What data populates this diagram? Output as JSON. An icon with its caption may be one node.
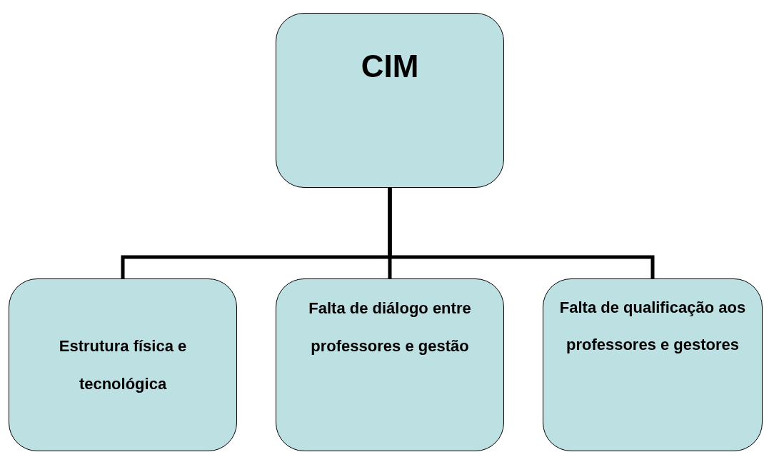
{
  "diagram": {
    "nodes": [
      {
        "text": [
          "CIM"
        ]
      },
      {
        "text": [
          "Estrutura física e tecnológica"
        ]
      },
      {
        "text": [
          "Falta de diálogo entre professores e gestão"
        ]
      },
      {
        "text": [
          "Falta de qualificação aos professores e gestores"
        ]
      }
    ],
    "edges": [
      {
        "from": 0,
        "to": 1,
        "arrow": "none"
      },
      {
        "from": 0,
        "to": 2,
        "arrow": "none"
      },
      {
        "from": 0,
        "to": 3,
        "arrow": "none"
      }
    ]
  }
}
